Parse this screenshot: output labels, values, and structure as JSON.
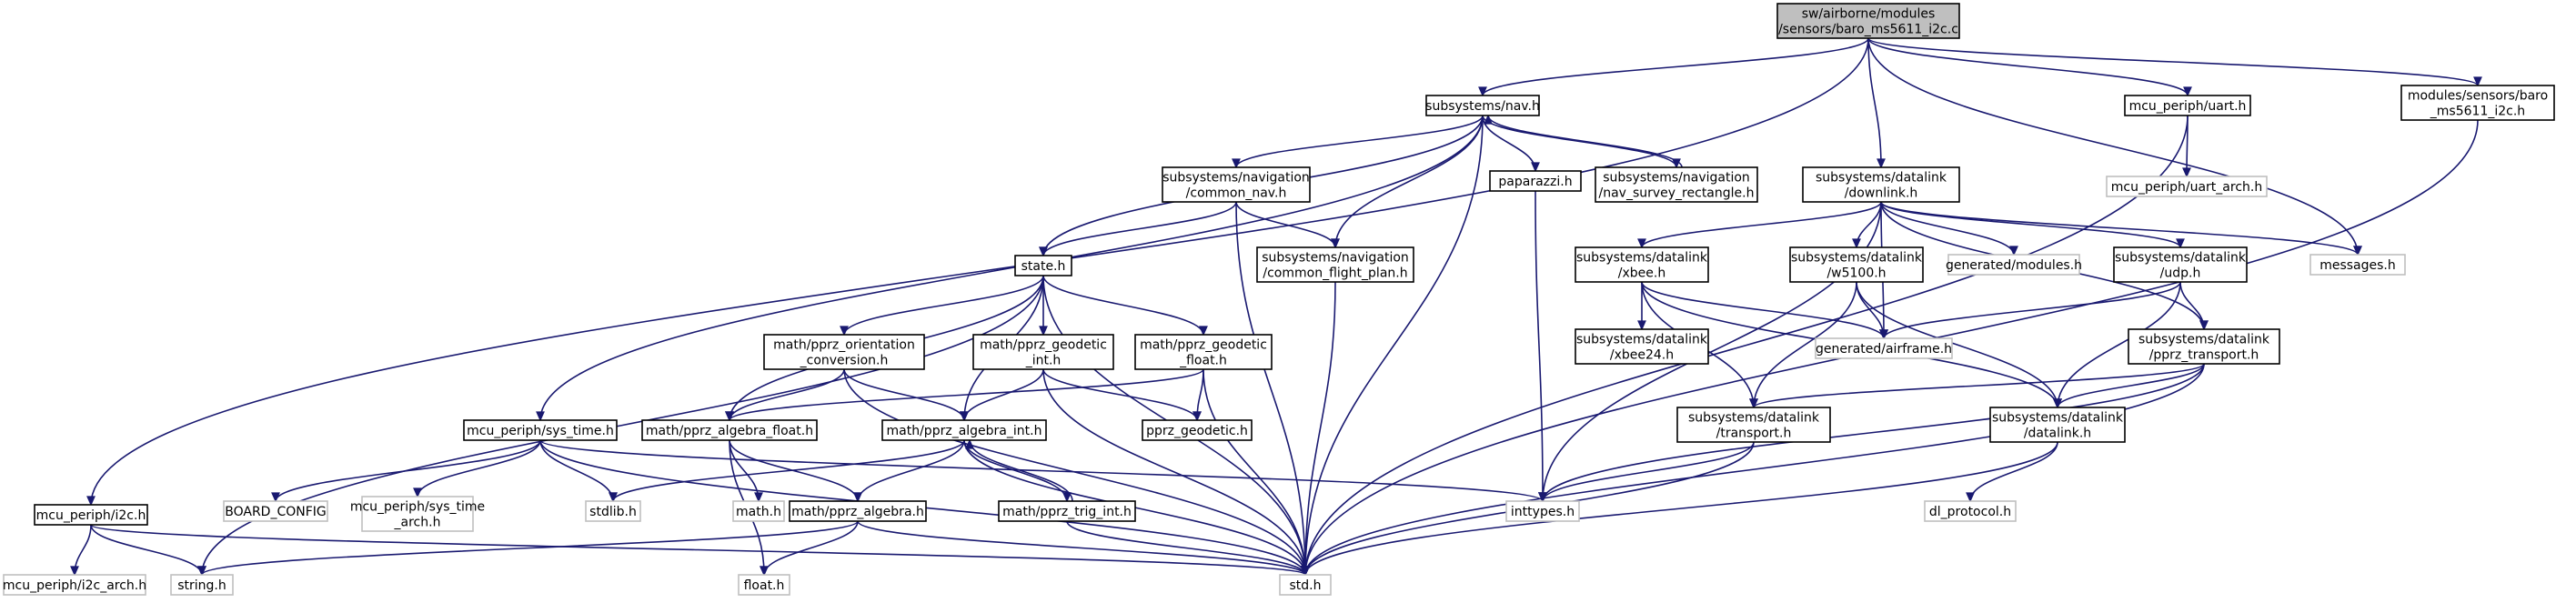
{
  "diagram": {
    "type": "include-dependency-graph",
    "colors": {
      "edge": "#191970",
      "root_fill": "#bfbfbf",
      "node_border": "#000000",
      "external_border": "#bfbfbf"
    },
    "nodes": [
      {
        "id": "root",
        "lines": [
          "sw/airborne/modules",
          "/sensors/baro_ms5611_i2c.c"
        ],
        "style": "root"
      },
      {
        "id": "i2c",
        "lines": [
          "mcu_periph/i2c.h"
        ],
        "style": "normal"
      },
      {
        "id": "i2c_arch",
        "lines": [
          "mcu_periph/i2c_arch.h"
        ],
        "style": "external"
      },
      {
        "id": "string",
        "lines": [
          "string.h"
        ],
        "style": "external"
      },
      {
        "id": "std",
        "lines": [
          "std.h"
        ],
        "style": "external"
      },
      {
        "id": "nav",
        "lines": [
          "subsystems/nav.h"
        ],
        "style": "normal"
      },
      {
        "id": "sys_time",
        "lines": [
          "mcu_periph/sys_time.h"
        ],
        "style": "normal"
      },
      {
        "id": "board_config",
        "lines": [
          "BOARD_CONFIG"
        ],
        "style": "external"
      },
      {
        "id": "sys_time_arch",
        "lines": [
          "mcu_periph/sys_time",
          "_arch.h"
        ],
        "style": "external"
      },
      {
        "id": "stdlib",
        "lines": [
          "stdlib.h"
        ],
        "style": "external"
      },
      {
        "id": "inttypes",
        "lines": [
          "inttypes.h"
        ],
        "style": "external"
      },
      {
        "id": "common_nav",
        "lines": [
          "subsystems/navigation",
          "/common_nav.h"
        ],
        "style": "normal"
      },
      {
        "id": "state",
        "lines": [
          "state.h"
        ],
        "style": "normal"
      },
      {
        "id": "orient",
        "lines": [
          "math/pprz_orientation",
          "_conversion.h"
        ],
        "style": "normal"
      },
      {
        "id": "geodetic_int",
        "lines": [
          "math/pprz_geodetic",
          "_int.h"
        ],
        "style": "normal"
      },
      {
        "id": "geodetic_float",
        "lines": [
          "math/pprz_geodetic",
          "_float.h"
        ],
        "style": "normal"
      },
      {
        "id": "alg_float",
        "lines": [
          "math/pprz_algebra_float.h"
        ],
        "style": "normal"
      },
      {
        "id": "alg_int",
        "lines": [
          "math/pprz_algebra_int.h"
        ],
        "style": "normal"
      },
      {
        "id": "pprz_geodetic",
        "lines": [
          "pprz_geodetic.h"
        ],
        "style": "normal"
      },
      {
        "id": "math",
        "lines": [
          "math.h"
        ],
        "style": "external"
      },
      {
        "id": "alg",
        "lines": [
          "math/pprz_algebra.h"
        ],
        "style": "normal"
      },
      {
        "id": "trig",
        "lines": [
          "math/pprz_trig_int.h"
        ],
        "style": "normal"
      },
      {
        "id": "float",
        "lines": [
          "float.h"
        ],
        "style": "external"
      },
      {
        "id": "common_fp",
        "lines": [
          "subsystems/navigation",
          "/common_flight_plan.h"
        ],
        "style": "normal"
      },
      {
        "id": "paparazzi",
        "lines": [
          "paparazzi.h"
        ],
        "style": "normal"
      },
      {
        "id": "survey",
        "lines": [
          "subsystems/navigation",
          "/nav_survey_rectangle.h"
        ],
        "style": "normal"
      },
      {
        "id": "downlink",
        "lines": [
          "subsystems/datalink",
          "/downlink.h"
        ],
        "style": "normal"
      },
      {
        "id": "xbee",
        "lines": [
          "subsystems/datalink",
          "/xbee.h"
        ],
        "style": "normal"
      },
      {
        "id": "xbee24",
        "lines": [
          "subsystems/datalink",
          "/xbee24.h"
        ],
        "style": "normal"
      },
      {
        "id": "w5100",
        "lines": [
          "subsystems/datalink",
          "/w5100.h"
        ],
        "style": "normal"
      },
      {
        "id": "airframe",
        "lines": [
          "generated/airframe.h"
        ],
        "style": "external"
      },
      {
        "id": "modules_gen",
        "lines": [
          "generated/modules.h"
        ],
        "style": "external"
      },
      {
        "id": "udp",
        "lines": [
          "subsystems/datalink",
          "/udp.h"
        ],
        "style": "normal"
      },
      {
        "id": "pprz_transport",
        "lines": [
          "subsystems/datalink",
          "/pprz_transport.h"
        ],
        "style": "normal"
      },
      {
        "id": "transport",
        "lines": [
          "subsystems/datalink",
          "/transport.h"
        ],
        "style": "normal"
      },
      {
        "id": "datalink",
        "lines": [
          "subsystems/datalink",
          "/datalink.h"
        ],
        "style": "normal"
      },
      {
        "id": "dl_protocol",
        "lines": [
          "dl_protocol.h"
        ],
        "style": "external"
      },
      {
        "id": "messages",
        "lines": [
          "messages.h"
        ],
        "style": "external"
      },
      {
        "id": "uart",
        "lines": [
          "mcu_periph/uart.h"
        ],
        "style": "normal"
      },
      {
        "id": "uart_arch",
        "lines": [
          "mcu_periph/uart_arch.h"
        ],
        "style": "external"
      },
      {
        "id": "baro_h",
        "lines": [
          "modules/sensors/baro",
          "_ms5611_i2c.h"
        ],
        "style": "normal"
      }
    ],
    "edges": [
      [
        "root",
        "i2c"
      ],
      [
        "root",
        "nav"
      ],
      [
        "root",
        "downlink"
      ],
      [
        "root",
        "messages"
      ],
      [
        "root",
        "uart"
      ],
      [
        "root",
        "baro_h"
      ],
      [
        "i2c",
        "i2c_arch"
      ],
      [
        "i2c",
        "string"
      ],
      [
        "i2c",
        "std"
      ],
      [
        "nav",
        "sys_time"
      ],
      [
        "nav",
        "common_nav"
      ],
      [
        "nav",
        "state"
      ],
      [
        "nav",
        "common_fp"
      ],
      [
        "nav",
        "std"
      ],
      [
        "nav",
        "paparazzi"
      ],
      [
        "nav",
        "survey"
      ],
      [
        "survey",
        "nav"
      ],
      [
        "sys_time",
        "board_config"
      ],
      [
        "sys_time",
        "sys_time_arch"
      ],
      [
        "sys_time",
        "stdlib"
      ],
      [
        "sys_time",
        "std"
      ],
      [
        "sys_time",
        "inttypes"
      ],
      [
        "common_nav",
        "state"
      ],
      [
        "common_nav",
        "common_fp"
      ],
      [
        "common_nav",
        "std"
      ],
      [
        "state",
        "string"
      ],
      [
        "state",
        "orient"
      ],
      [
        "state",
        "alg_float"
      ],
      [
        "state",
        "alg_int"
      ],
      [
        "state",
        "geodetic_int"
      ],
      [
        "state",
        "geodetic_float"
      ],
      [
        "state",
        "std"
      ],
      [
        "orient",
        "alg_float"
      ],
      [
        "orient",
        "alg_int"
      ],
      [
        "orient",
        "std"
      ],
      [
        "geodetic_int",
        "alg_int"
      ],
      [
        "geodetic_int",
        "pprz_geodetic"
      ],
      [
        "geodetic_int",
        "std"
      ],
      [
        "geodetic_float",
        "alg_float"
      ],
      [
        "geodetic_float",
        "pprz_geodetic"
      ],
      [
        "geodetic_float",
        "std"
      ],
      [
        "alg_float",
        "alg"
      ],
      [
        "alg_float",
        "math"
      ],
      [
        "alg_float",
        "float"
      ],
      [
        "alg_int",
        "alg"
      ],
      [
        "alg_int",
        "trig"
      ],
      [
        "alg_int",
        "std"
      ],
      [
        "alg_int",
        "stdlib"
      ],
      [
        "trig",
        "alg_int"
      ],
      [
        "trig",
        "std"
      ],
      [
        "alg",
        "string"
      ],
      [
        "alg",
        "float"
      ],
      [
        "alg",
        "std"
      ],
      [
        "common_fp",
        "std"
      ],
      [
        "paparazzi",
        "inttypes"
      ],
      [
        "downlink",
        "inttypes"
      ],
      [
        "downlink",
        "airframe"
      ],
      [
        "downlink",
        "modules_gen"
      ],
      [
        "downlink",
        "messages"
      ],
      [
        "downlink",
        "xbee"
      ],
      [
        "downlink",
        "w5100"
      ],
      [
        "downlink",
        "udp"
      ],
      [
        "downlink",
        "pprz_transport"
      ],
      [
        "xbee",
        "xbee24"
      ],
      [
        "xbee",
        "airframe"
      ],
      [
        "xbee",
        "transport"
      ],
      [
        "xbee",
        "datalink"
      ],
      [
        "w5100",
        "airframe"
      ],
      [
        "w5100",
        "transport"
      ],
      [
        "w5100",
        "datalink"
      ],
      [
        "udp",
        "airframe"
      ],
      [
        "udp",
        "pprz_transport"
      ],
      [
        "udp",
        "datalink"
      ],
      [
        "pprz_transport",
        "transport"
      ],
      [
        "pprz_transport",
        "datalink"
      ],
      [
        "pprz_transport",
        "inttypes"
      ],
      [
        "pprz_transport",
        "std"
      ],
      [
        "transport",
        "inttypes"
      ],
      [
        "transport",
        "std"
      ],
      [
        "datalink",
        "dl_protocol"
      ],
      [
        "datalink",
        "std"
      ],
      [
        "uart",
        "uart_arch"
      ],
      [
        "uart",
        "std"
      ],
      [
        "baro_h",
        "std"
      ]
    ]
  }
}
